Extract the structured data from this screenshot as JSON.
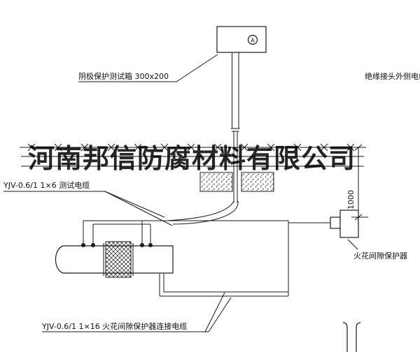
{
  "colors": {
    "background": "#ffffff",
    "ink": "#1a1a1a",
    "watermark": "#000000"
  },
  "watermark": {
    "text": "河南邦信防腐材料有限公司"
  },
  "test_box": {
    "label": "阴极保护测试箱 300x200",
    "meter": "A"
  },
  "dimension": {
    "value": "1000"
  },
  "labels": {
    "insulated_joint_cable": "绝缘接头外侧电缆",
    "test_cable": "YJV-0.6/1  1×6  测试电缆",
    "spark_gap": "火花间隙保护器",
    "bottom_cable": "YJV-0.6/1  1×16  火花间隙保护器连接电缆"
  }
}
